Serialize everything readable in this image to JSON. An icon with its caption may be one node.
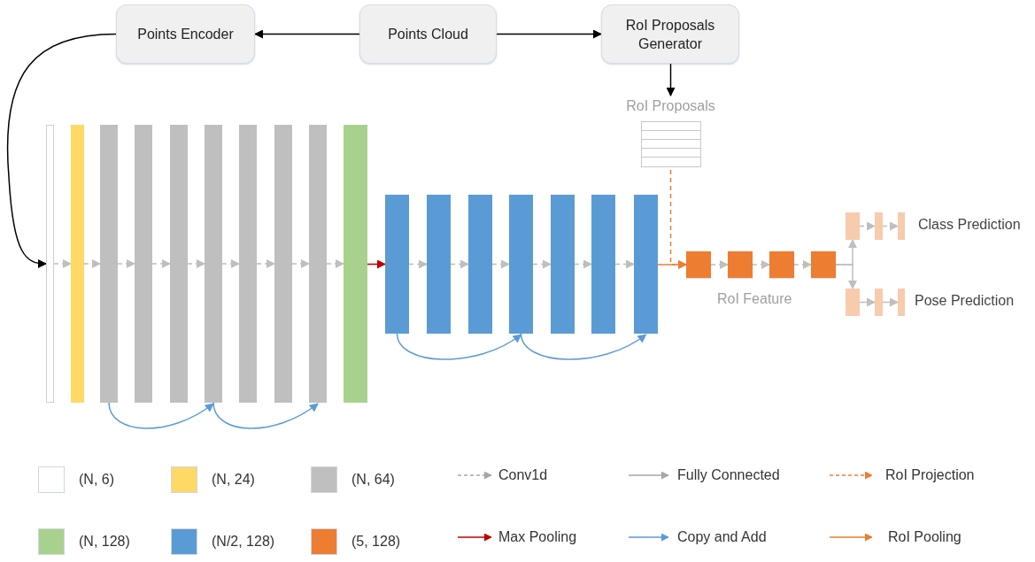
{
  "diagram": {
    "nodes": [
      {
        "text": [
          "Points Encoder"
        ]
      },
      {
        "text": [
          "Points Cloud"
        ]
      },
      {
        "text": [
          "RoI Proposals Generator"
        ]
      },
      {
        "text": [
          "RoI Proposals"
        ]
      },
      {
        "text": [],
        "shape": "bar"
      },
      {
        "text": [],
        "shape": "bar"
      },
      {
        "text": [],
        "shape": "bar"
      },
      {
        "text": [],
        "shape": "bar"
      },
      {
        "text": [],
        "shape": "bar"
      },
      {
        "text": [],
        "shape": "bar"
      },
      {
        "text": [],
        "shape": "bar"
      },
      {
        "text": [],
        "shape": "bar"
      },
      {
        "text": [],
        "shape": "bar"
      },
      {
        "text": [],
        "shape": "bar"
      },
      {
        "text": [],
        "shape": "bar"
      },
      {
        "text": [],
        "shape": "bar"
      },
      {
        "text": [],
        "shape": "bar"
      },
      {
        "text": [],
        "shape": "bar"
      },
      {
        "text": [],
        "shape": "bar"
      },
      {
        "text": [],
        "shape": "bar"
      },
      {
        "text": [],
        "shape": "bar"
      },
      {
        "text": [],
        "shape": "box"
      },
      {
        "text": [],
        "shape": "box"
      },
      {
        "text": [],
        "shape": "box"
      },
      {
        "text": [],
        "shape": "box"
      },
      {
        "text": [],
        "shape": "bar"
      },
      {
        "text": [],
        "shape": "bar"
      },
      {
        "text": [],
        "shape": "bar"
      },
      {
        "text": [],
        "shape": "bar"
      },
      {
        "text": [],
        "shape": "bar"
      },
      {
        "text": [],
        "shape": "bar"
      }
    ],
    "edges": [
      {
        "from": 1,
        "to": 0,
        "arrow": "to",
        "color": "#000000"
      },
      {
        "from": 1,
        "to": 2,
        "arrow": "to",
        "color": "#000000"
      },
      {
        "from": 2,
        "to": 3,
        "arrow": "to",
        "color": "#000000"
      },
      {
        "from": 0,
        "to": 4,
        "arrow": "to",
        "color": "#000000"
      },
      {
        "from": 4,
        "to": 5,
        "arrow": "to",
        "style": "dashed",
        "color": "#bfbfbf"
      },
      {
        "from": 5,
        "to": 6,
        "arrow": "to",
        "style": "dashed",
        "color": "#bfbfbf"
      },
      {
        "from": 6,
        "to": 7,
        "arrow": "to",
        "style": "dashed",
        "color": "#bfbfbf"
      },
      {
        "from": 7,
        "to": 8,
        "arrow": "to",
        "style": "dashed",
        "color": "#bfbfbf"
      },
      {
        "from": 8,
        "to": 9,
        "arrow": "to",
        "style": "dashed",
        "color": "#bfbfbf"
      },
      {
        "from": 9,
        "to": 10,
        "arrow": "to",
        "style": "dashed",
        "color": "#bfbfbf"
      },
      {
        "from": 10,
        "to": 11,
        "arrow": "to",
        "style": "dashed",
        "color": "#bfbfbf"
      },
      {
        "from": 11,
        "to": 12,
        "arrow": "to",
        "style": "dashed",
        "color": "#bfbfbf"
      },
      {
        "from": 12,
        "to": 13,
        "arrow": "to",
        "style": "dashed",
        "color": "#bfbfbf"
      },
      {
        "from": 13,
        "to": 14,
        "arrow": "to",
        "color": "#c00000"
      },
      {
        "from": 14,
        "to": 15,
        "arrow": "to",
        "style": "dashed",
        "color": "#bfbfbf"
      },
      {
        "from": 15,
        "to": 16,
        "arrow": "to",
        "style": "dashed",
        "color": "#bfbfbf"
      },
      {
        "from": 16,
        "to": 17,
        "arrow": "to",
        "style": "dashed",
        "color": "#bfbfbf"
      },
      {
        "from": 17,
        "to": 18,
        "arrow": "to",
        "style": "dashed",
        "color": "#bfbfbf"
      },
      {
        "from": 18,
        "to": 19,
        "arrow": "to",
        "style": "dashed",
        "color": "#bfbfbf"
      },
      {
        "from": 19,
        "to": 20,
        "arrow": "to",
        "style": "dashed",
        "color": "#bfbfbf"
      },
      {
        "from": 20,
        "to": 21,
        "arrow": "to",
        "color": "#ed7d31"
      },
      {
        "from": 3,
        "to": 21,
        "arrow": "to",
        "style": "dashed",
        "color": "#ed7d31"
      },
      {
        "from": 21,
        "to": 22,
        "arrow": "to",
        "style": "dashed",
        "color": "#bfbfbf"
      },
      {
        "from": 22,
        "to": 23,
        "arrow": "to",
        "style": "dashed",
        "color": "#bfbfbf"
      },
      {
        "from": 23,
        "to": 24,
        "arrow": "to",
        "style": "dashed",
        "color": "#bfbfbf"
      },
      {
        "from": 24,
        "to": 25,
        "arrow": "to",
        "color": "#bfbfbf"
      },
      {
        "from": 24,
        "to": 28,
        "arrow": "to",
        "color": "#bfbfbf"
      },
      {
        "from": 25,
        "to": 26,
        "arrow": "to",
        "style": "dashed",
        "color": "#bfbfbf"
      },
      {
        "from": 26,
        "to": 27,
        "arrow": "to",
        "style": "dashed",
        "color": "#bfbfbf"
      },
      {
        "from": 28,
        "to": 29,
        "arrow": "to",
        "color": "#bfbfbf"
      },
      {
        "from": 29,
        "to": 30,
        "arrow": "to",
        "color": "#bfbfbf"
      },
      {
        "from": 6,
        "to": 9,
        "arrow": "to",
        "color": "#5b9bd5"
      },
      {
        "from": 9,
        "to": 12,
        "arrow": "to",
        "color": "#5b9bd5"
      },
      {
        "from": 14,
        "to": 17,
        "arrow": "to",
        "color": "#5b9bd5"
      },
      {
        "from": 17,
        "to": 20,
        "arrow": "to",
        "color": "#5b9bd5"
      }
    ],
    "labels": [
      "RoI Feature",
      "Class Prediction",
      "Pose Prediction"
    ],
    "legend": [
      {
        "text": "(N, 6)",
        "color": "#ffffff"
      },
      {
        "text": "(N, 24)",
        "color": "#ffd966"
      },
      {
        "text": "(N, 64)",
        "color": "#bfbfbf"
      },
      {
        "text": "Conv1d"
      },
      {
        "text": "Fully Connected"
      },
      {
        "text": "RoI Projection"
      },
      {
        "text": "(N, 128)",
        "color": "#a9d18e"
      },
      {
        "text": "(N/2, 128)",
        "color": "#5b9bd5"
      },
      {
        "text": "(5, 128)",
        "color": "#ed7d31"
      },
      {
        "text": "Max Pooling"
      },
      {
        "text": "Copy and Add"
      },
      {
        "text": "RoI Pooling"
      }
    ]
  }
}
